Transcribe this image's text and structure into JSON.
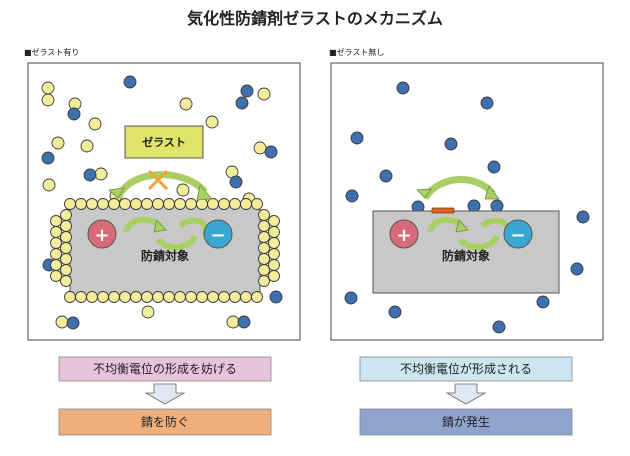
{
  "title": "気化性防錆剤ゼラストのメカニズム",
  "colors": {
    "yellow_particle": "#f2ec9b",
    "blue_particle": "#3e6fae",
    "particle_stroke": "#3b3b3b",
    "target_fill": "#c8c8c8",
    "zelast_fill": "#dfe36a",
    "plus_fill": "#d86b77",
    "minus_fill": "#3aa7d2",
    "arrow_fill": "#a9cf64",
    "cross": "#f2a33a",
    "rust": "#d9651f"
  },
  "left": {
    "label": "■ゼラスト有り",
    "zelast_label": "ゼラスト",
    "target_label": "防錆対象",
    "plus": "+",
    "minus": "−",
    "result_top": "不均衡電位の形成を妨げる",
    "result_bottom": "錆を防ぐ",
    "top_box_color": "#e8c3dc",
    "bottom_box_color": "#eeaf7d",
    "icons": [
      "cross-icon",
      "curved-arrow-icon",
      "down-arrow-icon"
    ]
  },
  "right": {
    "label": "■ゼラスト無し",
    "target_label": "防錆対象",
    "plus": "+",
    "minus": "−",
    "result_top": "不均衡電位が形成される",
    "result_bottom": "錆が発生",
    "top_box_color": "#cce6f2",
    "bottom_box_color": "#8fa3cd",
    "icons": [
      "curved-arrow-icon",
      "rust-spot-icon",
      "down-arrow-icon"
    ]
  }
}
